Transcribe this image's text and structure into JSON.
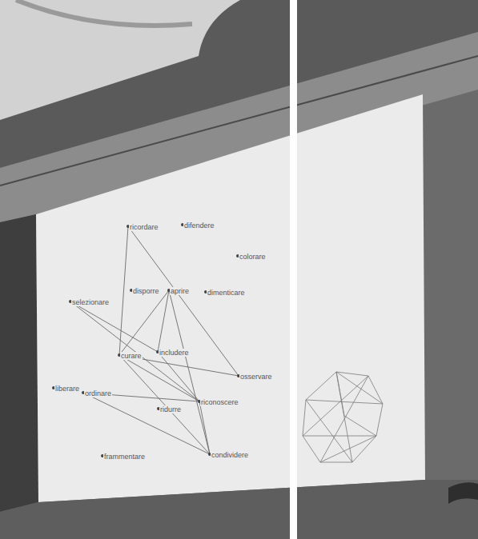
{
  "diagram": {
    "nodes": [
      {
        "text": [
          "ricordare"
        ]
      },
      {
        "text": [
          "difendere"
        ]
      },
      {
        "text": [
          "colorare"
        ]
      },
      {
        "text": [
          "disporre"
        ]
      },
      {
        "text": [
          "aprire"
        ]
      },
      {
        "text": [
          "dimenticare"
        ]
      },
      {
        "text": [
          "selezionare"
        ]
      },
      {
        "text": [
          "curare"
        ]
      },
      {
        "text": [
          "includere"
        ]
      },
      {
        "text": [
          "osservare"
        ]
      },
      {
        "text": [
          "liberare"
        ]
      },
      {
        "text": [
          "ordinare"
        ]
      },
      {
        "text": [
          "riconoscere"
        ]
      },
      {
        "text": [
          "ridurre"
        ]
      },
      {
        "text": [
          "frammentare"
        ]
      },
      {
        "text": [
          "condividere"
        ]
      }
    ],
    "edges": [
      {
        "from": 0,
        "to": 7,
        "arrow": "none"
      },
      {
        "from": 0,
        "to": 9,
        "arrow": "none"
      },
      {
        "from": 6,
        "to": 8,
        "arrow": "none"
      },
      {
        "from": 6,
        "to": 12,
        "arrow": "none"
      },
      {
        "from": 4,
        "to": 8,
        "arrow": "none"
      },
      {
        "from": 4,
        "to": 7,
        "arrow": "none"
      },
      {
        "from": 4,
        "to": 15,
        "arrow": "none"
      },
      {
        "from": 7,
        "to": 9,
        "arrow": "none"
      },
      {
        "from": 7,
        "to": 12,
        "arrow": "none"
      },
      {
        "from": 7,
        "to": 15,
        "arrow": "none"
      },
      {
        "from": 8,
        "to": 12,
        "arrow": "none"
      },
      {
        "from": 11,
        "to": 12,
        "arrow": "none"
      },
      {
        "from": 11,
        "to": 15,
        "arrow": "none"
      },
      {
        "from": 12,
        "to": 15,
        "arrow": "none"
      }
    ]
  }
}
